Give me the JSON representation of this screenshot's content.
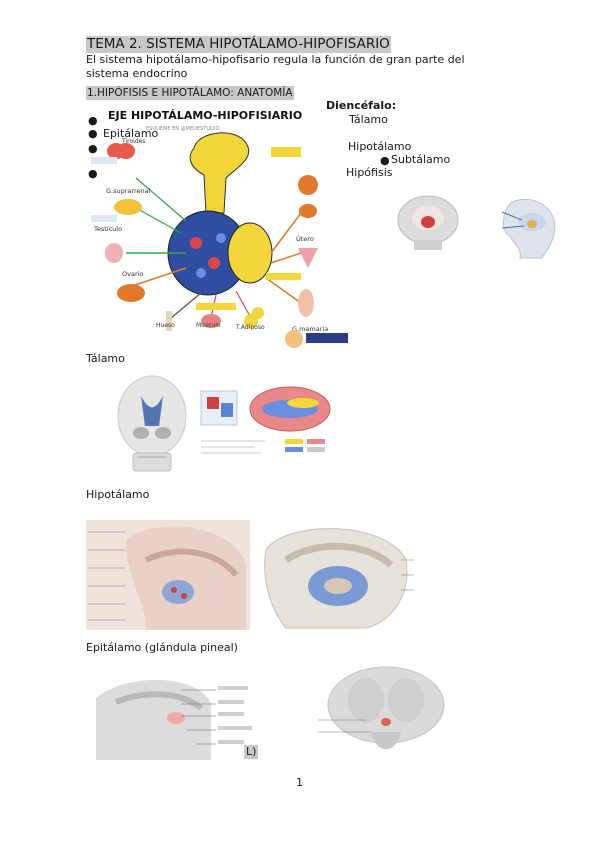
{
  "doc": {
    "title": "TEMA 2. SISTEMA HIPOTÁLAMO-HIPOFISARIO",
    "intro": "El sistema hipotálamo-hipofisario regula la función de gran parte del sistema endocrino",
    "section": "1.HIPÓFISIS E HIPOTÁLAMO: ANATOMÍA",
    "diencefalo": {
      "heading": "Diencéfalo:",
      "items": [
        "Tálamo",
        "Epitálamo",
        "Hipotálamo",
        "Subtálamo",
        "Hipófisis"
      ]
    },
    "poster": {
      "title": "EJE HIPOTÁLAMO-HIPOFISIARIO",
      "subtitle": "ESQUEME EN @MEDESTUDIO_",
      "organs": [
        "Tiroides",
        "G.suprarrenal",
        "Testículo",
        "Ovario",
        "Hueso",
        "Músculo",
        "T.Adiposo",
        "Útero",
        "G.mamaria"
      ]
    },
    "captions": {
      "talamo": "Tálamo",
      "hipotalamo": "Hipotálamo",
      "epitalamo": "Epitálamo (glándula pineal)",
      "stray": "L)"
    },
    "page_number": "1"
  },
  "colors": {
    "highlight": "#c8c8c8",
    "text": "#1a1a1a",
    "brain_blue": "#3a5fa8",
    "pink": "#e8a0a8",
    "yellow": "#f2d63a"
  }
}
